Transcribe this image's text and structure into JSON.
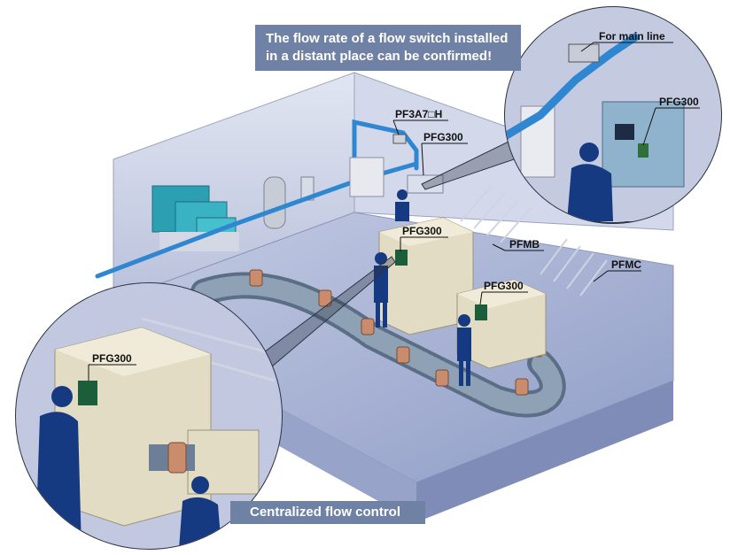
{
  "banners": {
    "top_line1": "The flow rate of a flow switch installed",
    "top_line2": "in a distant place can be confirmed!",
    "bottom": "Centralized flow control"
  },
  "labels": {
    "for_main_line": "For main line",
    "pfg300_zoom": "PFG300",
    "pf3a7": "PF3A7□H",
    "pfg300_top": "PFG300",
    "pfg300_center": "PFG300",
    "pfmb": "PFMB",
    "pfmc": "PFMC",
    "pfg300_right": "PFG300",
    "pfg300_left_zoom": "PFG300"
  },
  "colors": {
    "banner": "#6f82a6",
    "room_wall": "#c9d0e4",
    "floor": "#aeb8d6",
    "pipe": "#2f86d1",
    "machine": "#ddd6bd",
    "worker": "#163a82"
  }
}
